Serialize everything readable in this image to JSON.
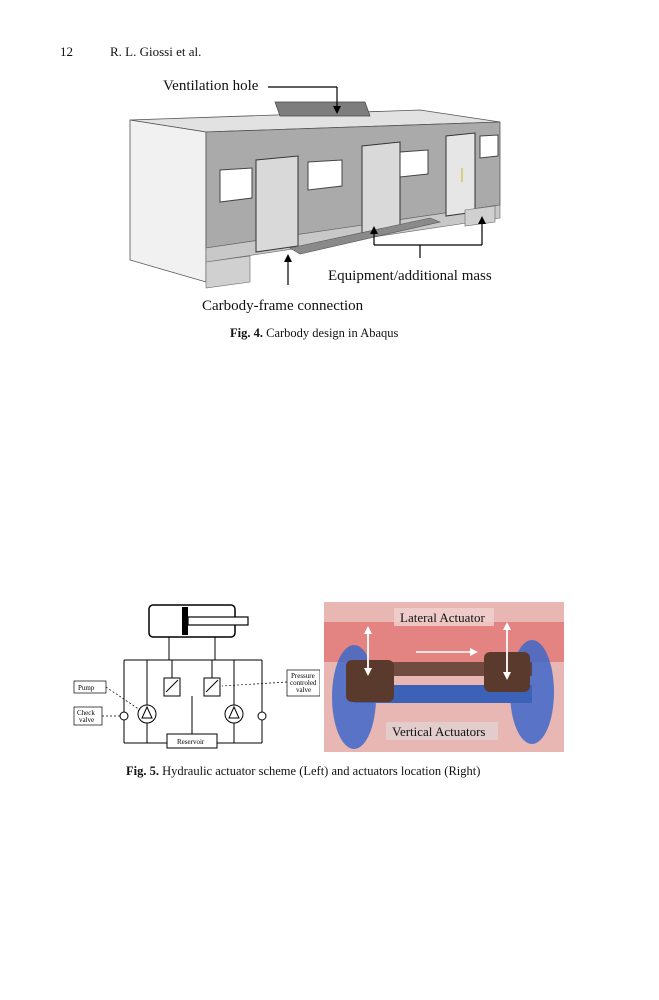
{
  "header": {
    "page_number": "12",
    "authors": "R. L. Giossi et al."
  },
  "figure4": {
    "labels": {
      "ventilation": "Ventilation hole",
      "equipment": "Equipment/additional mass",
      "connection": "Carbody-frame connection"
    },
    "caption_prefix": "Fig. 4.",
    "caption_text": "Carbody design in Abaqus"
  },
  "figure5": {
    "scheme": {
      "pump": "Pump",
      "check_valve_1": "Check",
      "check_valve_2": "valve",
      "pressure_1": "Pressure",
      "pressure_2": "controled",
      "pressure_3": "valve",
      "reservoir": "Reservoir"
    },
    "photo": {
      "lateral": "Lateral Actuator",
      "vertical": "Vertical Actuators"
    },
    "caption_prefix": "Fig. 5.",
    "caption_text": "Hydraulic actuator scheme (Left) and actuators location (Right)"
  },
  "colors": {
    "photo_bg": "#e8b7b4",
    "wheel_blue": "#3f68c9",
    "actuator_brown": "#5a3a2c"
  }
}
